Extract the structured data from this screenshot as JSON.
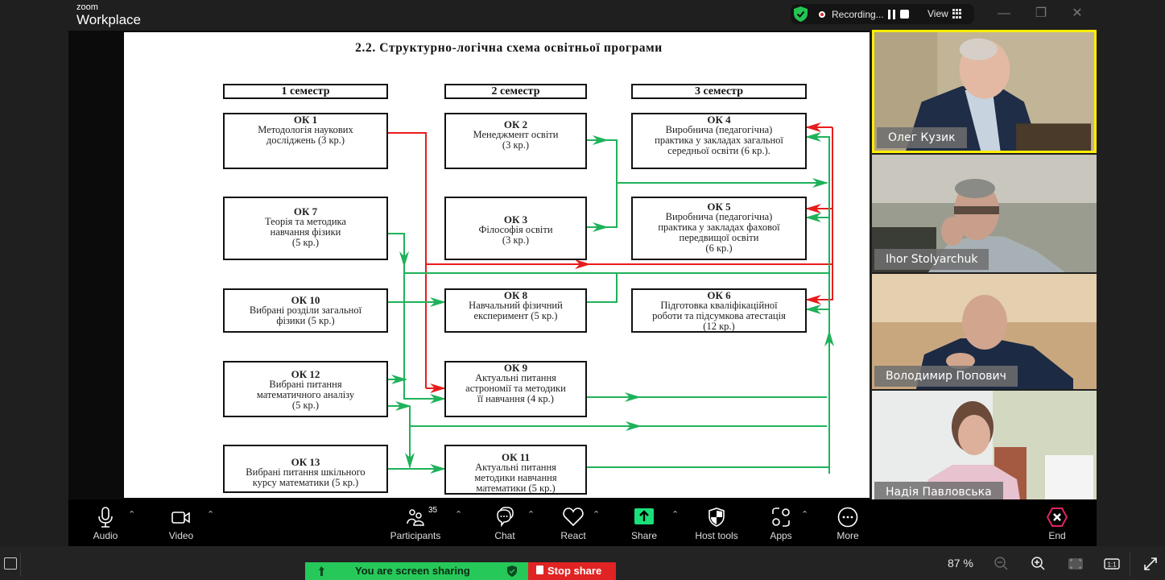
{
  "app": {
    "logo_small": "zoom",
    "logo_big": "Workplace",
    "recording_text": "Recording...",
    "view_label": "View",
    "window_controls": [
      "minimize",
      "restore",
      "close"
    ]
  },
  "slide": {
    "title": "2.2. Структурно-логічна схема освітньої програми",
    "semesters": [
      "1 семестр",
      "2 семестр",
      "3 семестр"
    ],
    "boxes": {
      "ok1": {
        "code": "ОК 1",
        "lines": [
          "Методологія наукових",
          "досліджень (3 кр.)"
        ]
      },
      "ok7": {
        "code": "ОК 7",
        "lines": [
          "Теорія та методика",
          "навчання фізики",
          "(5 кр.)"
        ]
      },
      "ok10": {
        "code": "ОК 10",
        "lines": [
          "Вибрані розділи загальної",
          "фізики (5 кр.)"
        ]
      },
      "ok12": {
        "code": "ОК 12",
        "lines": [
          "Вибрані питання",
          "математичного аналізу",
          "(5 кр.)"
        ]
      },
      "ok13": {
        "code": "ОК 13",
        "lines": [
          "Вибрані питання шкільного",
          "курсу математики (5 кр.)"
        ]
      },
      "ok2": {
        "code": "ОК 2",
        "lines": [
          "Менеджмент освіти",
          "(3 кр.)"
        ]
      },
      "ok3": {
        "code": "ОК 3",
        "lines": [
          "Філософія освіти",
          "(3 кр.)"
        ]
      },
      "ok8": {
        "code": "ОК 8",
        "lines": [
          "Навчальний фізичний",
          "експеримент (5 кр.)"
        ]
      },
      "ok9": {
        "code": "ОК 9",
        "lines": [
          "Актуальні питання",
          "астрономії та методики",
          "її навчання (4 кр.)"
        ]
      },
      "ok11": {
        "code": "ОК 11",
        "lines": [
          "Актуальні питання",
          "методики навчання",
          "математики (5 кр.)"
        ]
      },
      "ok4": {
        "code": "ОК 4",
        "lines": [
          "Виробнича (педагогічна)",
          "практика у закладах загальної",
          "середньої освіти (6 кр.)."
        ]
      },
      "ok5": {
        "code": "ОК 5",
        "lines": [
          "Виробнича (педагогічна)",
          "практика у закладах фахової",
          "передвищої освіти",
          "(6 кр.)"
        ]
      },
      "ok6": {
        "code": "ОК 6",
        "lines": [
          "Підготовка кваліфікаційної",
          "роботи та підсумкова атестація",
          "(12 кр.)"
        ]
      }
    },
    "colors": {
      "red_arrow": "#e81c1c",
      "green_arrow": "#1fb25a"
    }
  },
  "participants": [
    {
      "name": "Олег Кузик",
      "active_speaker": true
    },
    {
      "name": "Ihor Stolyarchuk",
      "active_speaker": false
    },
    {
      "name": "Володимир Попович",
      "active_speaker": false
    },
    {
      "name": "Надія Павловська",
      "active_speaker": false
    }
  ],
  "toolbar": {
    "audio": "Audio",
    "video": "Video",
    "participants": "Participants",
    "participants_count": "35",
    "chat": "Chat",
    "react": "React",
    "share": "Share",
    "host_tools": "Host tools",
    "apps": "Apps",
    "more": "More",
    "end": "End"
  },
  "statusbar": {
    "sharing_text": "You are screen sharing",
    "stop_share": "Stop share",
    "zoom_level": "87 %",
    "colors": {
      "sharing": "#26c85a",
      "stop": "#e02323",
      "share_button": "#19e07a",
      "end": "#e0245e",
      "active_border": "#ffee00"
    }
  }
}
